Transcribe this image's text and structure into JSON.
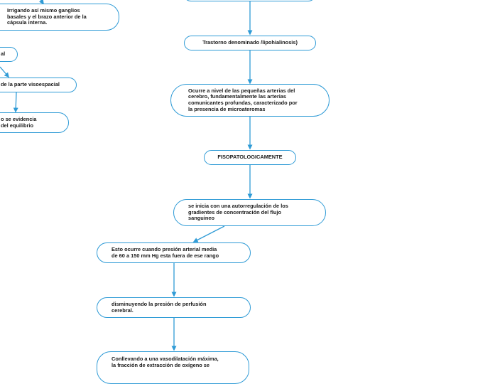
{
  "theme": {
    "line_color": "#2f9bd6",
    "text_color": "#1a1a1a",
    "background": "#ffffff"
  },
  "nodes": {
    "top_box": "",
    "ganglios": "Irrigando así mismo  ganglios\nbasales y el brazo anterior de la\ncápsula interna.",
    "al": "al",
    "visoespacial": "de la parte visoespacial",
    "equilibrio": "o se evidencia\ndel equilibrio",
    "trastorno": "Trastorno denominado /lipohialinosis)",
    "arterias": "Ocurre a nivel de las pequeñas arterias del\ncerebro, fundamentalmente las arterias\ncomunicantes profundas, caracterizado por\nla presencia de microateromas",
    "fisiopatologicamente": "FISOPATOLOGICAMENTE",
    "autorregulacion": "se inicia con  una autorregulación de los\ngradientes de concentración del flujo\nsanguineo",
    "presion_arterial": "Esto ocurre cuando presión arterial media\nde 60 a 150 mm Hg esta fuera de ese rango",
    "perfusion": "disminuyendo la presión de perfusión\ncerebral.",
    "vasodilatacion": "Conllevando a una vasodilatación máxima,\nla fracción de extracción de oxígeno se"
  }
}
